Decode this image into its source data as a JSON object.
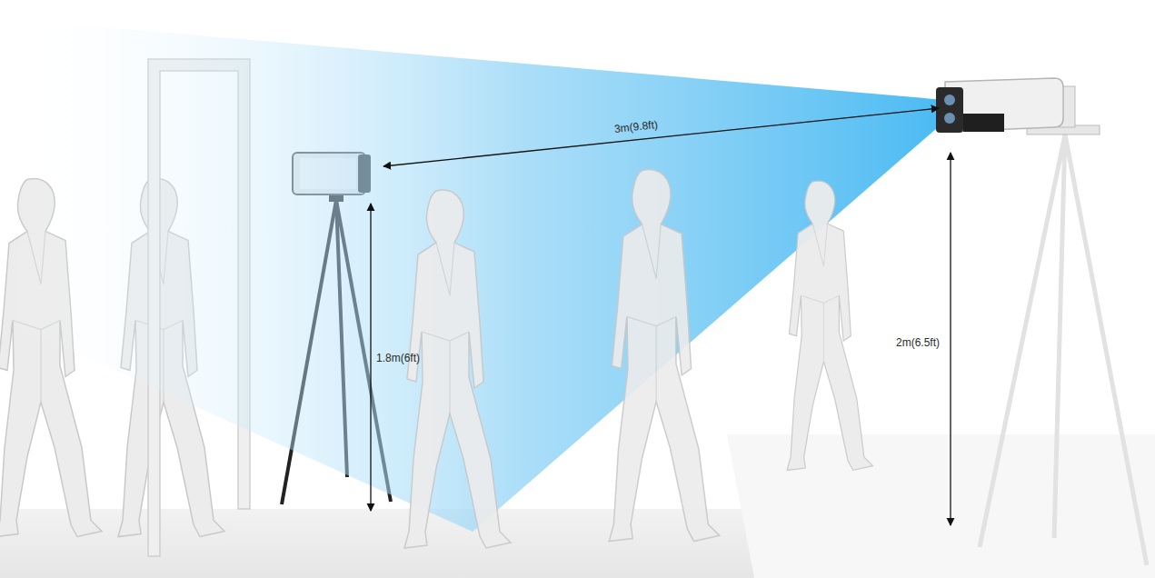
{
  "diagram": {
    "labels": [
      "3m(9.8ft)",
      "1.8m(6ft)",
      "2m(6.5ft)"
    ]
  }
}
